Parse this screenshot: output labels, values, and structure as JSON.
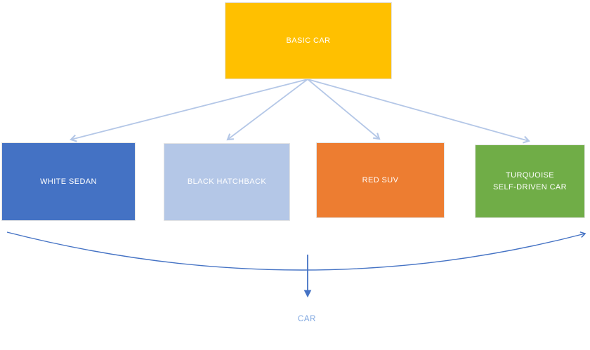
{
  "colors": {
    "background": "#FFFFFF",
    "fan_connector": "#B4C7E7",
    "merge_connector": "#4472C4",
    "box_border": "#E4E4E4"
  },
  "diagram": {
    "root": {
      "label": "BASIC CAR",
      "fill": "#FFC000",
      "text_color": "#FFFFFF"
    },
    "children": [
      {
        "lines": [
          "WHITE SEDAN"
        ],
        "fill": "#4472C4",
        "text_color": "#FFFFFF"
      },
      {
        "lines": [
          "BLACK HATCHBACK"
        ],
        "fill": "#B4C7E7",
        "text_color": "#FFFFFF"
      },
      {
        "lines": [
          "RED SUV"
        ],
        "fill": "#ED7D31",
        "text_color": "#FFFFFF"
      },
      {
        "lines": [
          "TURQUOISE",
          "SELF-DRIVEN CAR"
        ],
        "fill": "#70AD47",
        "text_color": "#FFFFFF"
      }
    ],
    "merge_label": {
      "text": "CAR",
      "text_color": "#7EA6E0"
    }
  }
}
